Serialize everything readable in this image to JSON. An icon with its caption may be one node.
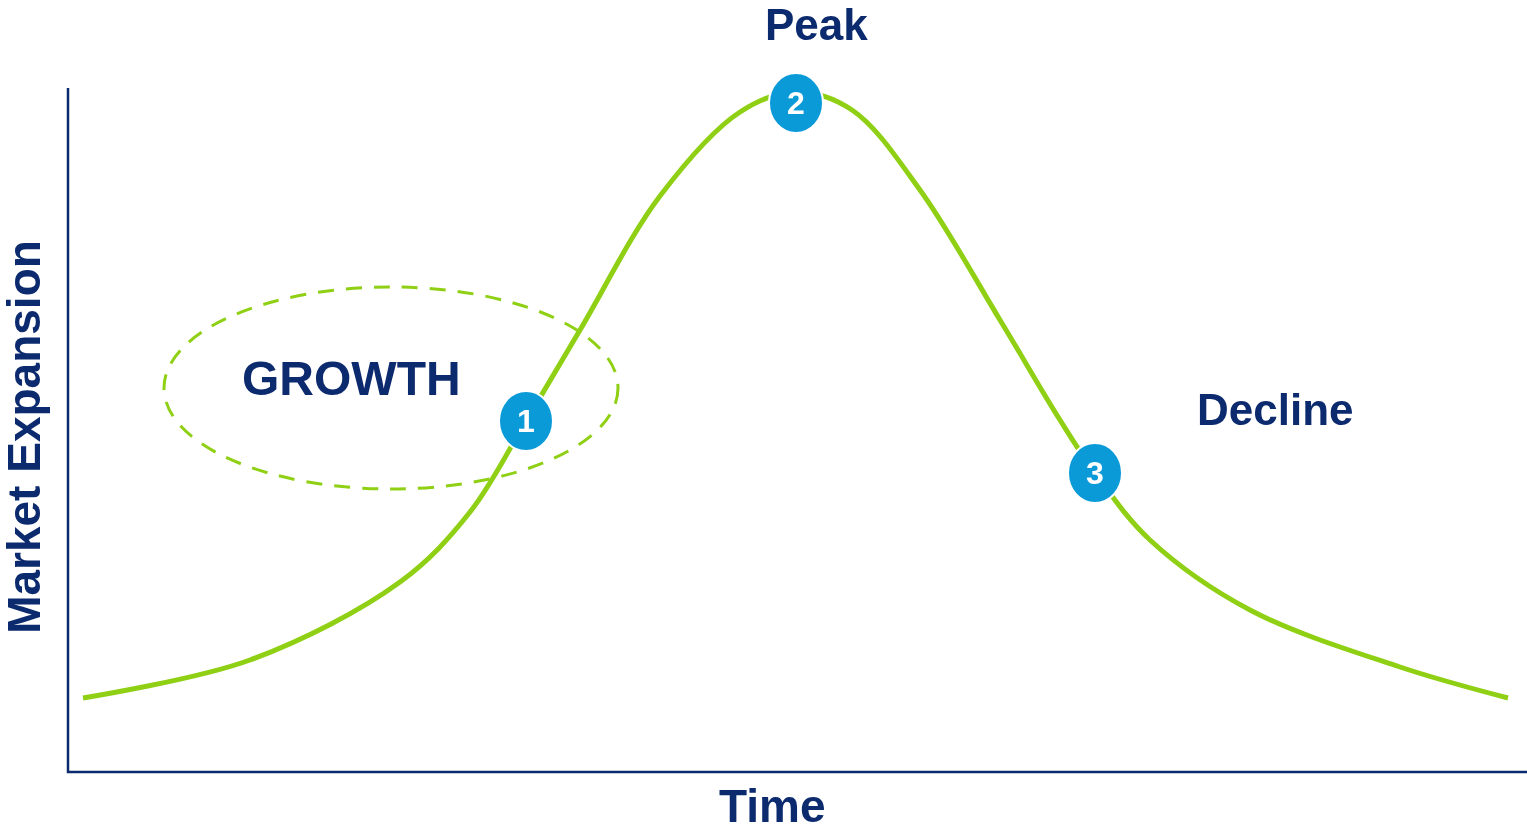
{
  "diagram": {
    "nodes": [
      {
        "text": [
          "GROWTH"
        ]
      },
      {
        "text": [
          "1"
        ],
        "in": 0
      },
      {
        "text": [
          "2"
        ],
        "beside": [
          "Peak"
        ]
      },
      {
        "text": [
          "3"
        ]
      }
    ],
    "labels": [
      "Decline",
      "Market Expansion",
      "Time"
    ]
  }
}
